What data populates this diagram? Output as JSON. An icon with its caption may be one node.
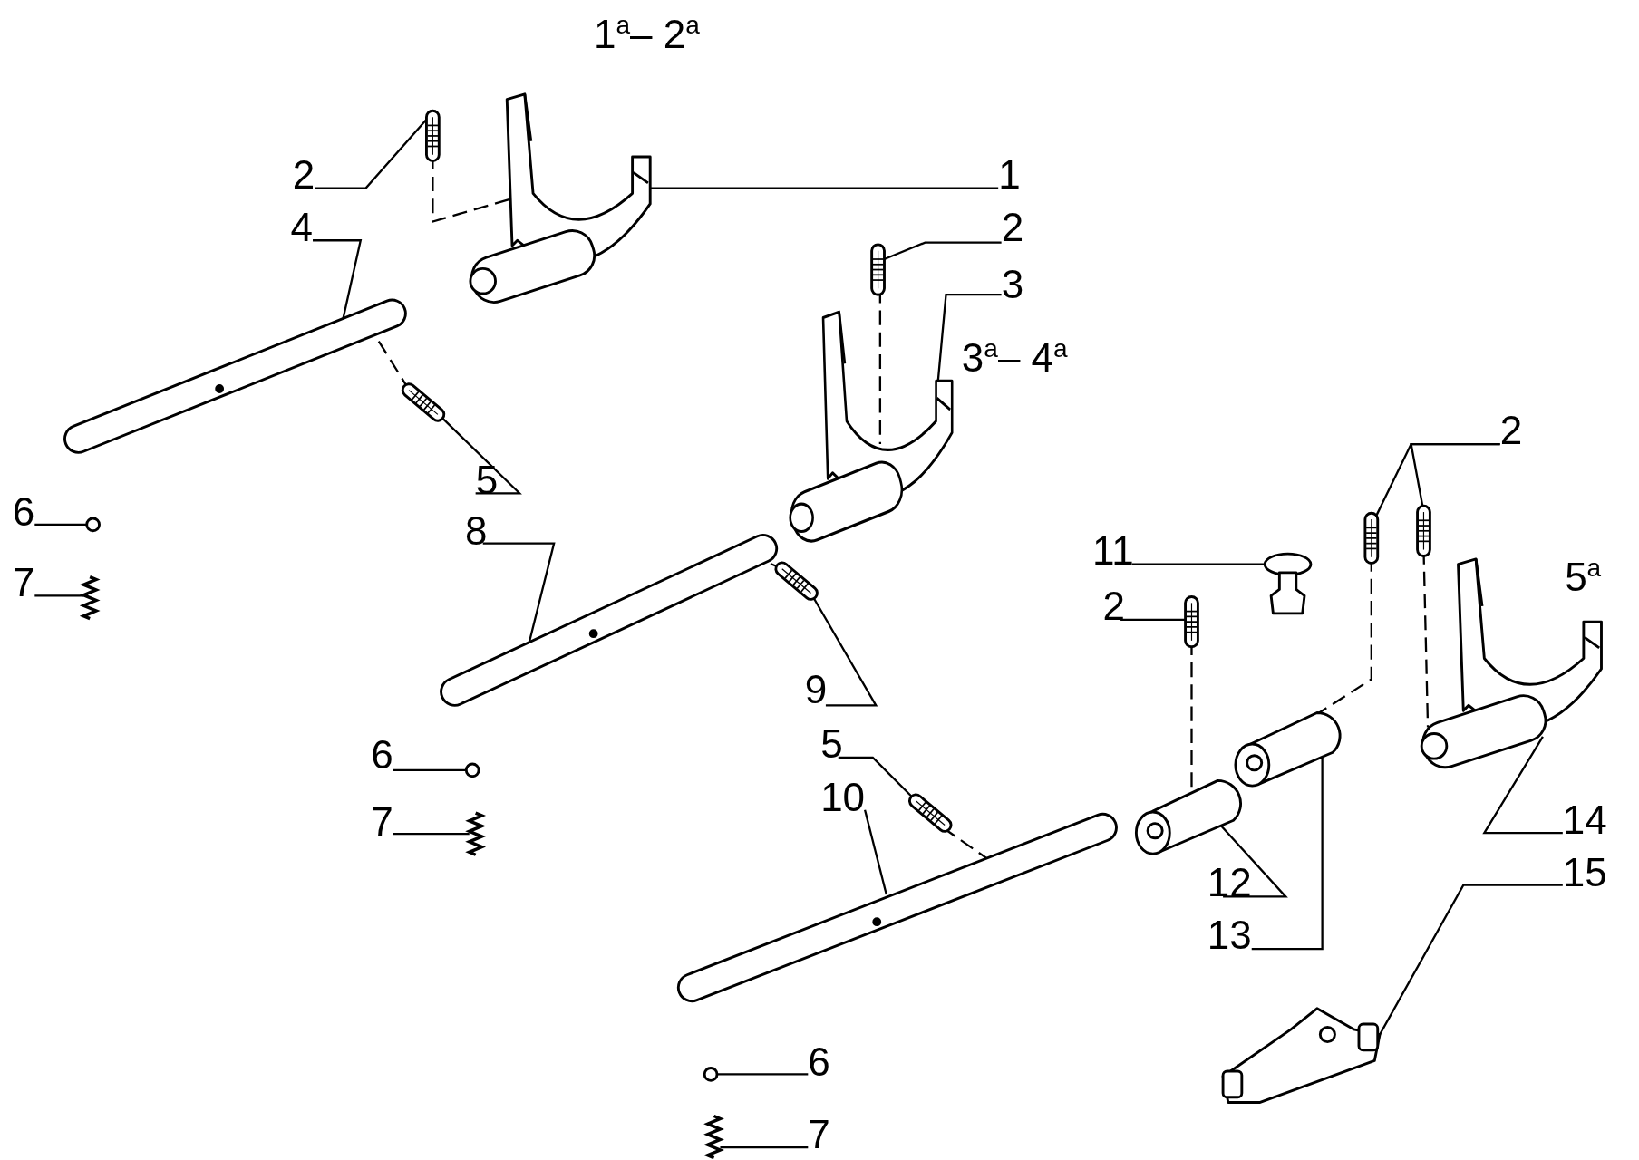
{
  "diagram": {
    "nodes": [
      {
        "text": [
          "2"
        ]
      },
      {
        "text": [],
        "shape": "picture"
      },
      {
        "text": [
          "1"
        ]
      },
      {
        "text": [],
        "shape": "picture"
      },
      {
        "text": [
          "4"
        ]
      },
      {
        "text": [],
        "shape": "picture"
      },
      {
        "text": [
          "2"
        ]
      },
      {
        "text": [],
        "shape": "picture"
      },
      {
        "text": [
          "3"
        ]
      },
      {
        "text": [],
        "shape": "picture"
      },
      {
        "text": [
          "5"
        ]
      },
      {
        "text": [],
        "shape": "picture"
      },
      {
        "text": [
          "6"
        ]
      },
      {
        "text": [],
        "shape": "circle"
      },
      {
        "text": [
          "7"
        ]
      },
      {
        "text": [],
        "shape": "picture"
      },
      {
        "text": [
          "8"
        ]
      },
      {
        "text": [],
        "shape": "picture"
      },
      {
        "text": [
          "9"
        ]
      },
      {
        "text": [],
        "shape": "picture"
      },
      {
        "text": [
          "6"
        ]
      },
      {
        "text": [],
        "shape": "circle"
      },
      {
        "text": [
          "7"
        ]
      },
      {
        "text": [],
        "shape": "picture"
      },
      {
        "text": [
          "5"
        ]
      },
      {
        "text": [],
        "shape": "picture"
      },
      {
        "text": [
          "10"
        ]
      },
      {
        "text": [],
        "shape": "picture"
      },
      {
        "text": [
          "11"
        ]
      },
      {
        "text": [],
        "shape": "picture"
      },
      {
        "text": [
          "2"
        ]
      },
      {
        "text": [],
        "shape": "picture"
      },
      {
        "text": [
          "2"
        ]
      },
      {
        "text": [],
        "shape": "picture"
      },
      {
        "text": [],
        "shape": "picture"
      },
      {
        "text": [
          "12"
        ]
      },
      {
        "text": [],
        "shape": "picture"
      },
      {
        "text": [
          "13"
        ]
      },
      {
        "text": [],
        "shape": "picture"
      },
      {
        "text": [
          "14"
        ]
      },
      {
        "text": [],
        "shape": "picture"
      },
      {
        "text": [
          "15"
        ]
      },
      {
        "text": [],
        "shape": "picture"
      },
      {
        "text": [
          "6"
        ]
      },
      {
        "text": [],
        "shape": "circle"
      },
      {
        "text": [
          "7"
        ]
      },
      {
        "text": [],
        "shape": "picture"
      }
    ],
    "edges": [
      {
        "from": 0,
        "to": 1,
        "arrow": "none"
      },
      {
        "from": 2,
        "to": 3,
        "arrow": "none"
      },
      {
        "from": 4,
        "to": 5,
        "arrow": "none"
      },
      {
        "from": 6,
        "to": 7,
        "arrow": "none"
      },
      {
        "from": 8,
        "to": 9,
        "arrow": "none"
      },
      {
        "from": 10,
        "to": 11,
        "arrow": "none"
      },
      {
        "from": 12,
        "to": 13,
        "arrow": "none"
      },
      {
        "from": 14,
        "to": 15,
        "arrow": "none"
      },
      {
        "from": 16,
        "to": 17,
        "arrow": "none"
      },
      {
        "from": 18,
        "to": 19,
        "arrow": "none"
      },
      {
        "from": 20,
        "to": 21,
        "arrow": "none"
      },
      {
        "from": 22,
        "to": 23,
        "arrow": "none"
      },
      {
        "from": 24,
        "to": 25,
        "arrow": "none"
      },
      {
        "from": 26,
        "to": 27,
        "arrow": "none"
      },
      {
        "from": 28,
        "to": 29,
        "arrow": "none"
      },
      {
        "from": 30,
        "to": 31,
        "arrow": "none"
      },
      {
        "from": 32,
        "to": 33,
        "arrow": "none"
      },
      {
        "from": 32,
        "to": 34,
        "arrow": "none"
      },
      {
        "from": 35,
        "to": 36,
        "arrow": "none"
      },
      {
        "from": 37,
        "to": 38,
        "arrow": "none"
      },
      {
        "from": 39,
        "to": 40,
        "arrow": "none"
      },
      {
        "from": 41,
        "to": 42,
        "arrow": "none"
      },
      {
        "from": 43,
        "to": 44,
        "arrow": "none"
      },
      {
        "from": 45,
        "to": 46,
        "arrow": "none"
      },
      {
        "from": 1,
        "to": 3,
        "arrow": "none",
        "style": "dashed"
      },
      {
        "from": 7,
        "to": 9,
        "arrow": "none",
        "style": "dashed"
      },
      {
        "from": 11,
        "to": 5,
        "arrow": "none",
        "style": "dashed"
      },
      {
        "from": 19,
        "to": 17,
        "arrow": "none",
        "style": "dashed"
      },
      {
        "from": 25,
        "to": 27,
        "arrow": "none",
        "style": "dashed"
      },
      {
        "from": 31,
        "to": 36,
        "arrow": "none",
        "style": "dashed"
      },
      {
        "from": 33,
        "to": 38,
        "arrow": "none",
        "style": "dashed"
      },
      {
        "from": 34,
        "to": 40,
        "arrow": "none",
        "style": "dashed"
      }
    ],
    "labels": [
      "1$^{a}$– 2$^{a}$",
      "3$^{a}$– 4$^{a}$",
      "5$^{a}$"
    ]
  }
}
